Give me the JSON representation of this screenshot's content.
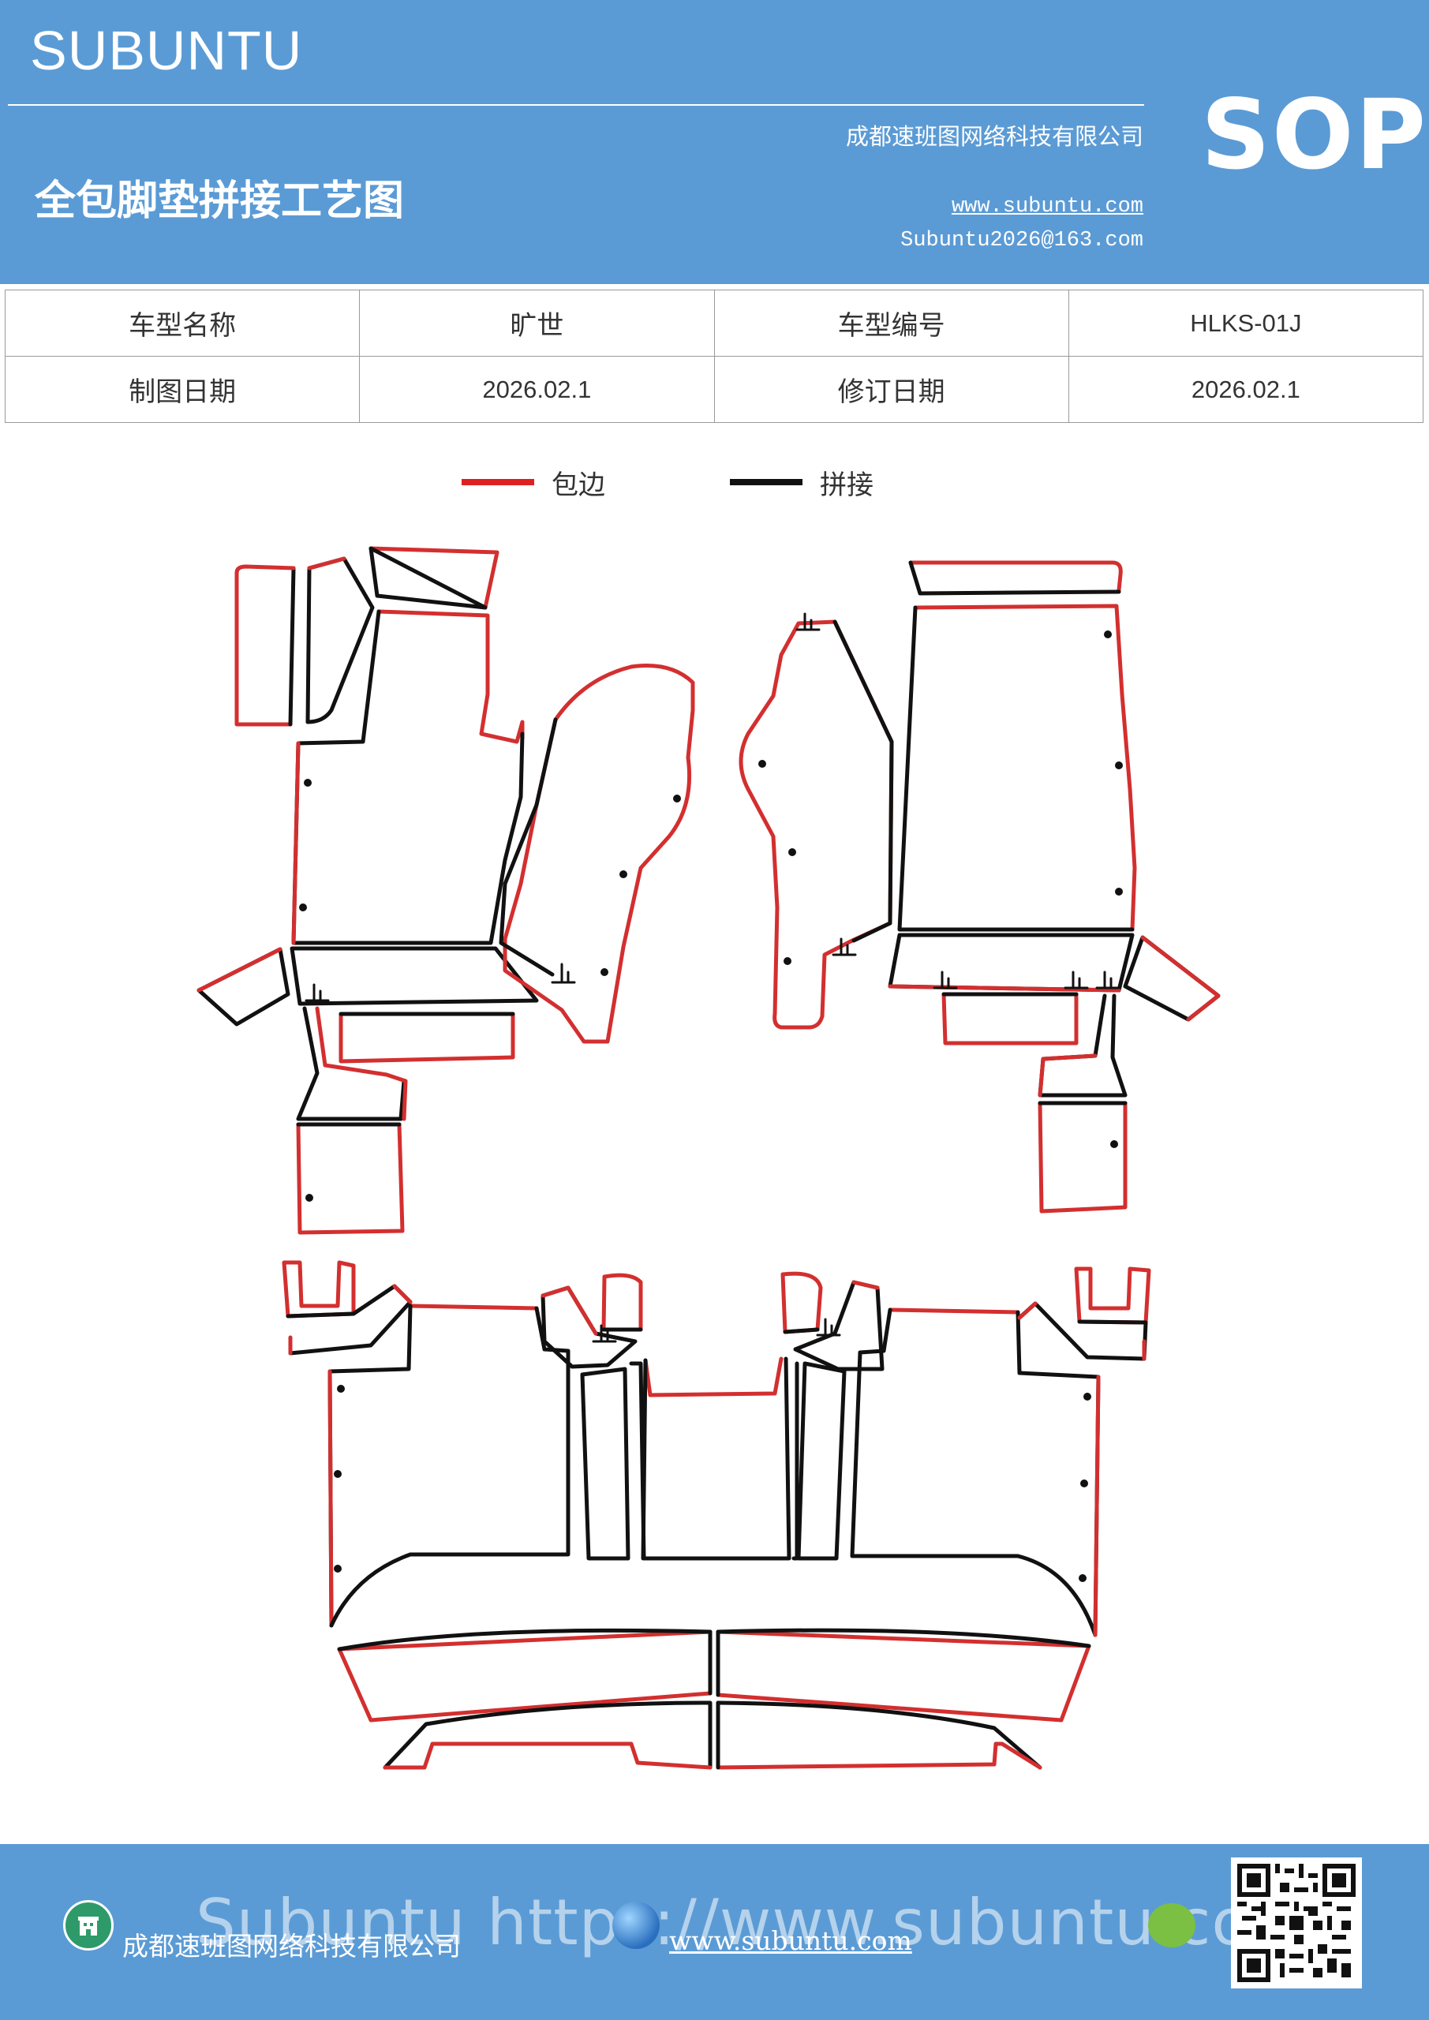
{
  "header": {
    "brand": "SUBUNTU",
    "title": "全包脚垫拼接工艺图",
    "company": "成都速班图网络科技有限公司",
    "website": "www.subuntu.com",
    "email": "Subuntu2026@163.com",
    "badge": "SOP"
  },
  "info": {
    "model_name_label": "车型名称",
    "model_name_value": "旷世",
    "model_code_label": "车型编号",
    "model_code_value": "HLKS-01J",
    "draw_date_label": "制图日期",
    "draw_date_value": "2026.02.1",
    "revise_date_label": "修订日期",
    "revise_date_value": "2026.02.1"
  },
  "legend": {
    "edge_label": "包边",
    "edge_color": "#e02020",
    "joint_label": "拼接",
    "joint_color": "#111111"
  },
  "footer": {
    "watermark": "Subuntu https://www.subuntu.com",
    "company": "成都速班图网络科技有限公司",
    "website": "www.subuntu.com"
  },
  "icons": {
    "company": "building-icon",
    "website": "globe-icon",
    "contact": "wechat-icon",
    "qr": "qr-code-icon"
  }
}
